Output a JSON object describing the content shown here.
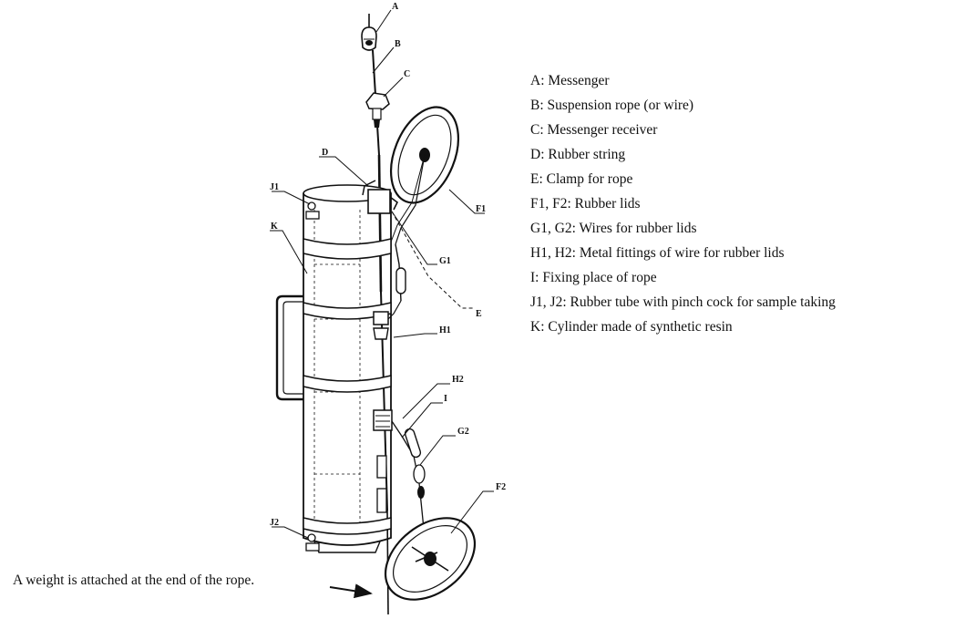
{
  "callouts": {
    "a": "A",
    "b": "B",
    "c": "C",
    "d": "D",
    "e": "E",
    "f1": "F1",
    "f2": "F2",
    "g1": "G1",
    "g2": "G2",
    "h1": "H1",
    "h2": "H2",
    "i": "I",
    "j1": "J1",
    "j2": "J2",
    "k": "K"
  },
  "legend": [
    "A: Messenger",
    "B: Suspension rope (or wire)",
    "C: Messenger receiver",
    "D: Rubber string",
    "E: Clamp for rope",
    "F1, F2: Rubber lids",
    "G1, G2: Wires for rubber lids",
    "H1, H2: Metal fittings of wire for rubber lids",
    "I: Fixing place of rope",
    "J1, J2: Rubber tube with pinch cock for sample taking",
    "K: Cylinder made of synthetic resin"
  ],
  "note": "A weight is attached at the end of the rope.",
  "colors": {
    "ink": "#111111",
    "background": "#ffffff"
  }
}
